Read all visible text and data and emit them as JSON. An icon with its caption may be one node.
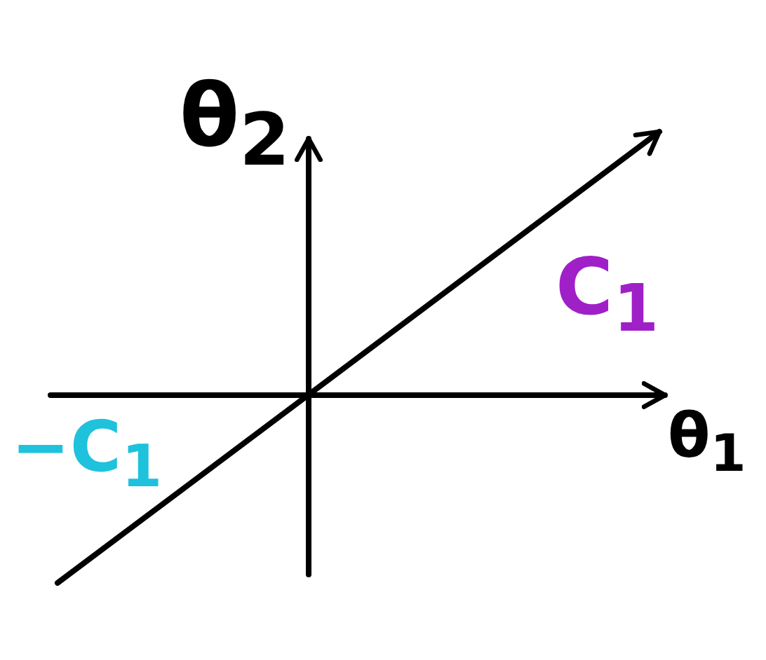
{
  "diagram": {
    "labels": [
      "θ$_{2}$",
      "C$_{1}$",
      "θ$_{1}$",
      "−C$_{1}$"
    ]
  }
}
